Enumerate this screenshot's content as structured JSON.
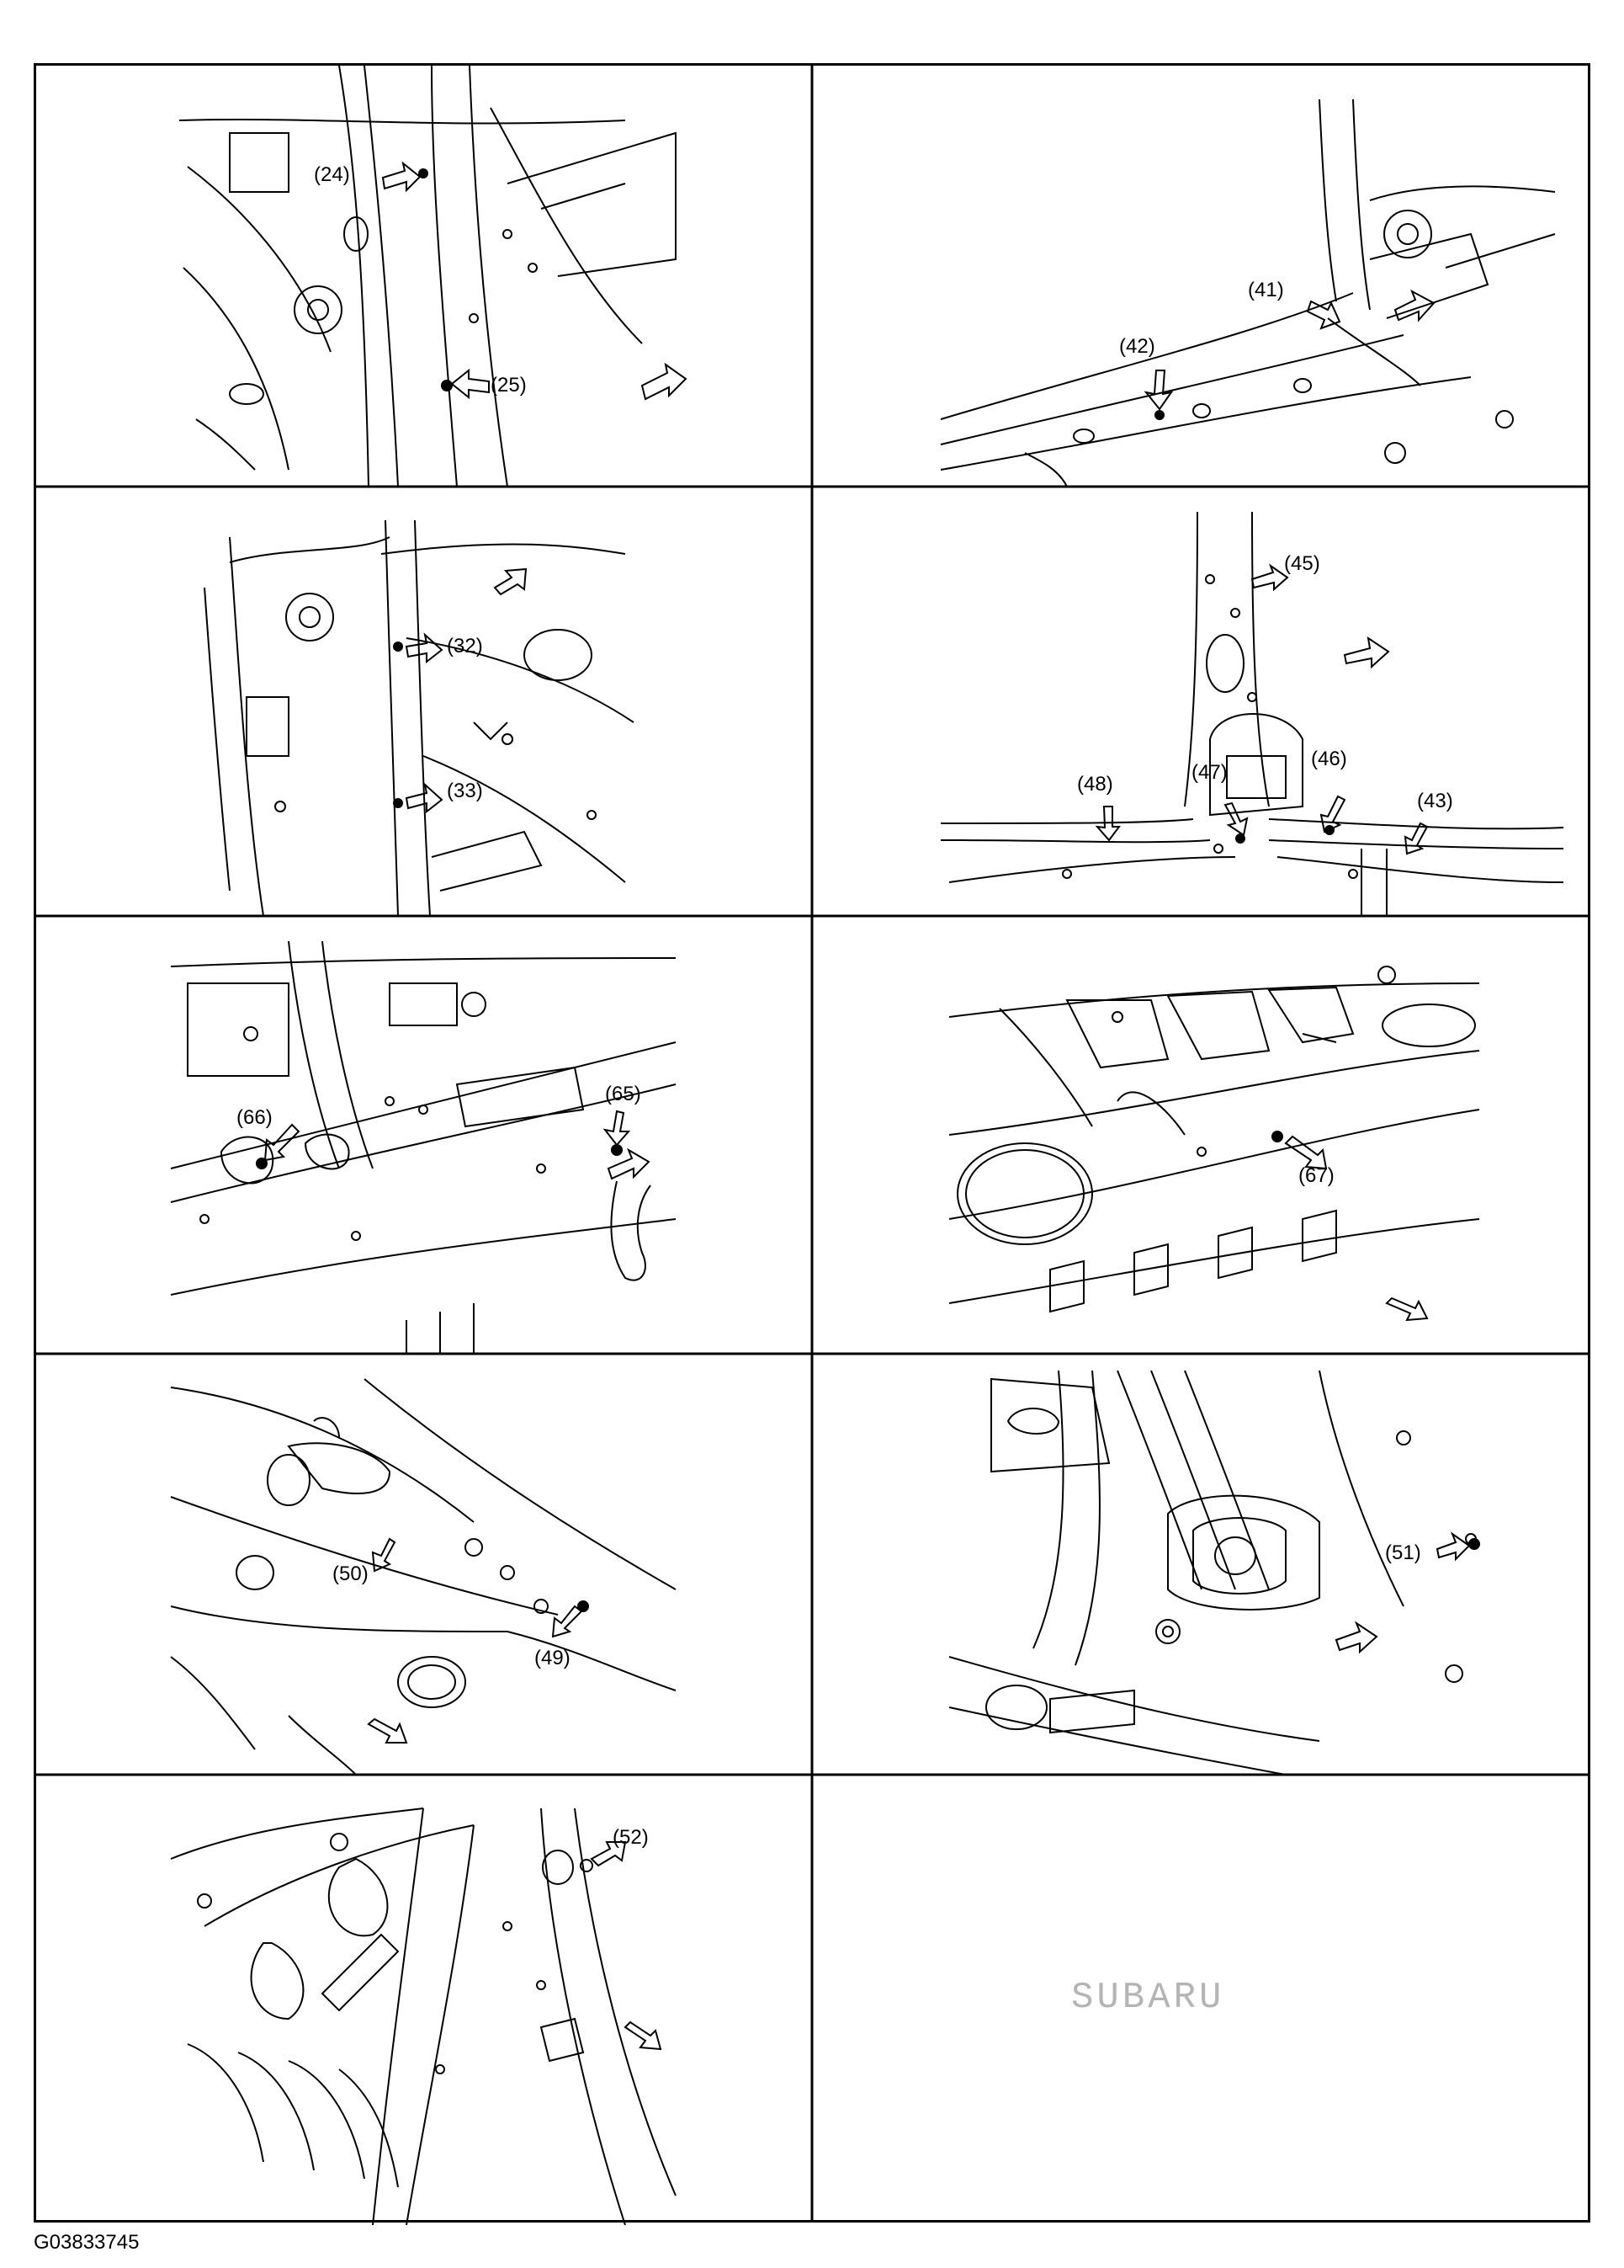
{
  "figure_code": "G03833745",
  "watermark": "SUBARU",
  "panels": [
    {
      "id": "p1",
      "callouts": [
        "(24)",
        "(25)"
      ]
    },
    {
      "id": "p2",
      "callouts": [
        "(41)",
        "(42)"
      ]
    },
    {
      "id": "p3",
      "callouts": [
        "(32)",
        "(33)"
      ]
    },
    {
      "id": "p4",
      "callouts": [
        "(45)",
        "(48)",
        "(47)",
        "(46)",
        "(43)"
      ]
    },
    {
      "id": "p5",
      "callouts": [
        "(65)",
        "(66)"
      ]
    },
    {
      "id": "p6",
      "callouts": [
        "(67)"
      ]
    },
    {
      "id": "p7",
      "callouts": [
        "(50)",
        "(49)"
      ]
    },
    {
      "id": "p8",
      "callouts": [
        "(51)"
      ]
    },
    {
      "id": "p9",
      "callouts": [
        "(52)"
      ]
    },
    {
      "id": "p10",
      "callouts": []
    }
  ]
}
